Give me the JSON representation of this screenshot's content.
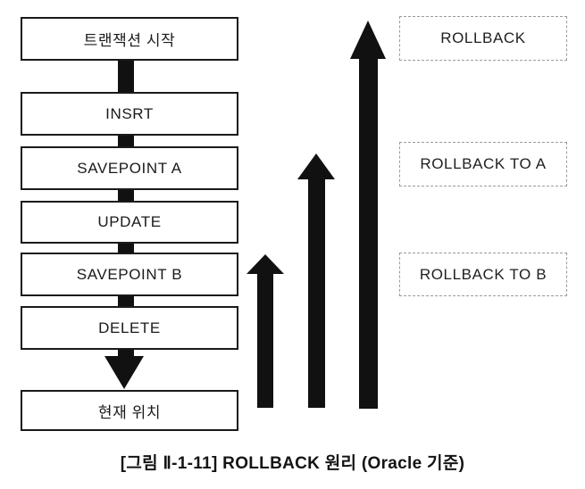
{
  "diagram": {
    "flow_steps": [
      {
        "label": "트랜잭션 시작"
      },
      {
        "label": "INSRT"
      },
      {
        "label": "SAVEPOINT A"
      },
      {
        "label": "UPDATE"
      },
      {
        "label": "SAVEPOINT B"
      },
      {
        "label": "DELETE"
      },
      {
        "label": "현재 위치"
      }
    ],
    "rollback_targets": [
      {
        "label": "ROLLBACK"
      },
      {
        "label": "ROLLBACK TO A"
      },
      {
        "label": "ROLLBACK TO B"
      }
    ],
    "caption": "[그림 Ⅱ-1-11] ROLLBACK 원리 (Oracle 기준)",
    "colors": {
      "box_border": "#1a1a1a",
      "arrow_fill": "#111111",
      "dashed_border": "#9a9a9a",
      "text": "#1a1a1a",
      "background": "#ffffff"
    }
  }
}
